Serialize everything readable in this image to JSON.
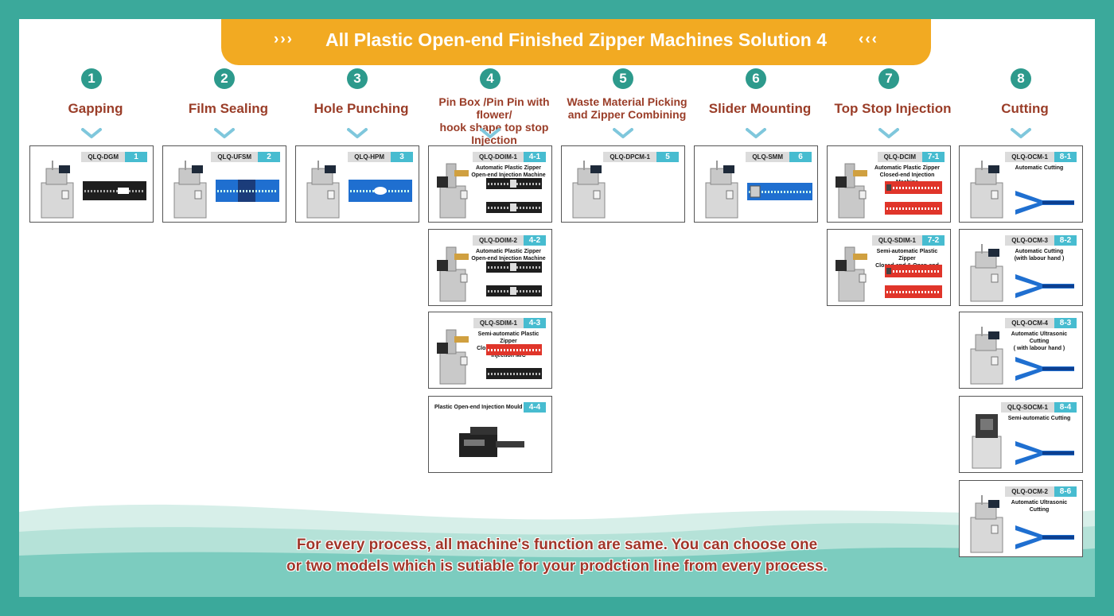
{
  "banner": {
    "title": "All Plastic Open-end Finished Zipper Machines Solution 4",
    "left_arrows": "›››",
    "right_arrows": "‹‹‹"
  },
  "colors": {
    "background": "#3ba99b",
    "banner": "#f2aa22",
    "step_circle": "#2d9a8c",
    "step_label": "#9a3d28",
    "tag_number": "#47bcd0",
    "zipper_black": "#1e1e1e",
    "zipper_blue": "#1f6fd0",
    "zipper_red": "#e0352a"
  },
  "steps": [
    {
      "num": "1",
      "label": "Gapping",
      "cards": [
        {
          "model": "QLQ-DGM",
          "num": "1",
          "title": "",
          "zipper": "black-gap"
        }
      ]
    },
    {
      "num": "2",
      "label": "Film Sealing",
      "cards": [
        {
          "model": "QLQ-UFSM",
          "num": "2",
          "title": "",
          "zipper": "blue-film"
        }
      ]
    },
    {
      "num": "3",
      "label": "Hole Punching",
      "cards": [
        {
          "model": "QLQ-HPM",
          "num": "3",
          "title": "",
          "zipper": "blue-hole"
        }
      ]
    },
    {
      "num": "4",
      "label": "Pin Box /Pin  Pin with  flower/\nhook shape  top stop Injection",
      "cards": [
        {
          "model": "QLQ-DOIM-1",
          "num": "4-1",
          "title": "Automatic Plastic Zipper\nOpen-end Injection Machine",
          "zipper": "black-pins"
        },
        {
          "model": "QLQ-DOIM-2",
          "num": "4-2",
          "title": "Automatic Plastic Zipper\nOpen-end Injection Machine",
          "zipper": "black-pins"
        },
        {
          "model": "QLQ-SDIM-1",
          "num": "4-3",
          "title": "Semi-automatic Plastic Zipper\nClosed-end & Open-end Injection M/C",
          "zipper": "red-black"
        },
        {
          "model": "",
          "num": "4-4",
          "title": "Plastic Open-end  Injection Mould",
          "zipper": "mould"
        }
      ]
    },
    {
      "num": "5",
      "label": "Waste Material Picking\nand Zipper Combining",
      "cards": [
        {
          "model": "QLQ-DPCM-1",
          "num": "5",
          "title": "",
          "zipper": "none"
        }
      ]
    },
    {
      "num": "6",
      "label": "Slider Mounting",
      "cards": [
        {
          "model": "QLQ-SMM",
          "num": "6",
          "title": "",
          "zipper": "blue-slider"
        }
      ]
    },
    {
      "num": "7",
      "label": "Top Stop Injection",
      "cards": [
        {
          "model": "QLQ-DCIM",
          "num": "7-1",
          "title": "Automatic Plastic Zipper\nClosed-end  Injection Machine",
          "zipper": "red"
        },
        {
          "model": "QLQ-SDIM-1",
          "num": "7-2",
          "title": "Semi-automatic Plastic Zipper\nClosed-end & Open-end Injection M/C",
          "zipper": "red"
        }
      ]
    },
    {
      "num": "8",
      "label": "Cutting",
      "cards": [
        {
          "model": "QLQ-OCM-1",
          "num": "8-1",
          "title": "Automatic Cutting",
          "zipper": "blue-y"
        },
        {
          "model": "QLQ-OCM-3",
          "num": "8-2",
          "title": "Automatic Cutting\n(with labour hand )",
          "zipper": "blue-y"
        },
        {
          "model": "QLQ-OCM-4",
          "num": "8-3",
          "title": "Automatic Ultrasonic Cutting\n( with labour hand )",
          "zipper": "blue-y"
        },
        {
          "model": "QLQ-SOCM-1",
          "num": "8-4",
          "title": "Semi-automatic Cutting",
          "zipper": "blue-y"
        },
        {
          "model": "QLQ-OCM-2",
          "num": "8-6",
          "title": "Automatic Ultrasonic Cutting",
          "zipper": "blue-y"
        }
      ]
    }
  ],
  "footer": {
    "line1": "For every process, all machine's function are same. You can choose one",
    "line2": "or two models which is sutiable for your prodction line from every process."
  }
}
